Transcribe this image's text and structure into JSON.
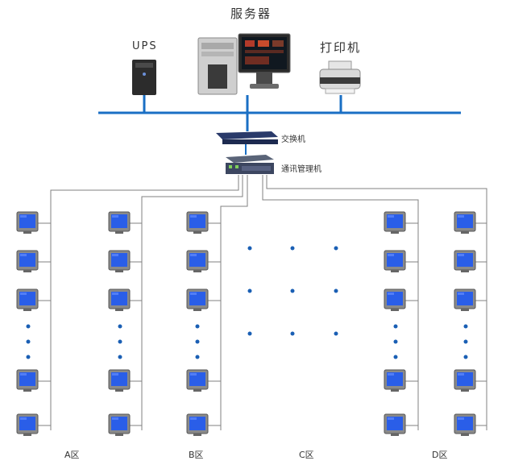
{
  "labels": {
    "server": "服务器",
    "ups": "UPS",
    "printer": "打印机",
    "switch": "交换机",
    "converter": "通讯管理机"
  },
  "zones": {
    "a": "A区",
    "b": "B区",
    "c": "C区",
    "d": "D区"
  },
  "colors": {
    "backbone": "#1a6fc4",
    "line": "#808080",
    "screen": "#2a5ee8",
    "dot": "#1a5fb4"
  }
}
